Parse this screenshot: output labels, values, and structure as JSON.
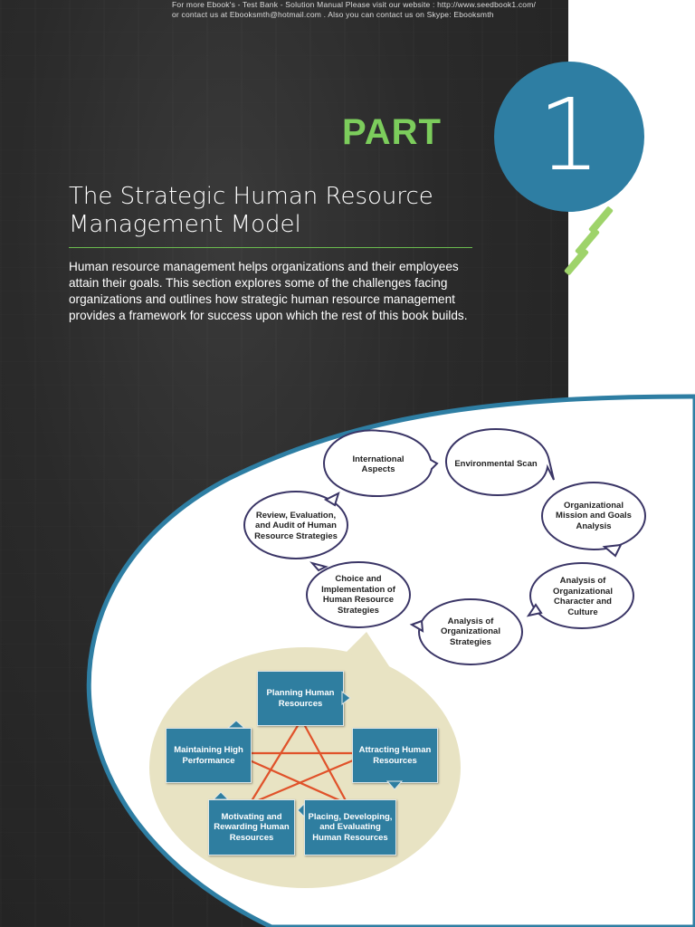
{
  "notice": {
    "line1": "For more Ebook's - Test Bank - Solution Manual Please visit our website : http://www.seedbook1.com/",
    "line2": "or contact us at Ebooksmth@hotmail.com . Also you can contact us on Skype: Ebooksmth"
  },
  "part": {
    "label": "PART",
    "number": "1"
  },
  "chapter": {
    "title": "The Strategic Human Resource Management Model",
    "intro": "Human resource management helps organizations and their employees attain their goals. This section explores some of the challenges facing organizations and outlines how strategic human resource management provides a framework for success upon which the rest of this book builds."
  },
  "diagram": {
    "bubbles": [
      "International Aspects",
      "Environmental Scan",
      "Organizational Mission and Goals Analysis",
      "Review, Evaluation, and Audit of Human Resource Strategies",
      "Choice and Implementation of Human Resource Strategies",
      "Analysis of Organizational Character and Culture",
      "Analysis of Organizational Strategies"
    ],
    "boxes": [
      "Planning Human Resources",
      "Maintaining High Performance",
      "Attracting Human Resources",
      "Motivating and Rewarding Human Resources",
      "Placing, Developing, and Evaluating Human Resources"
    ],
    "colors": {
      "box": "#2f7ea0",
      "bubble_border": "#3a3566",
      "star_lines": "#e0522a",
      "base": "#e8e3c3",
      "accent_ring": "#2e7ea3"
    }
  }
}
